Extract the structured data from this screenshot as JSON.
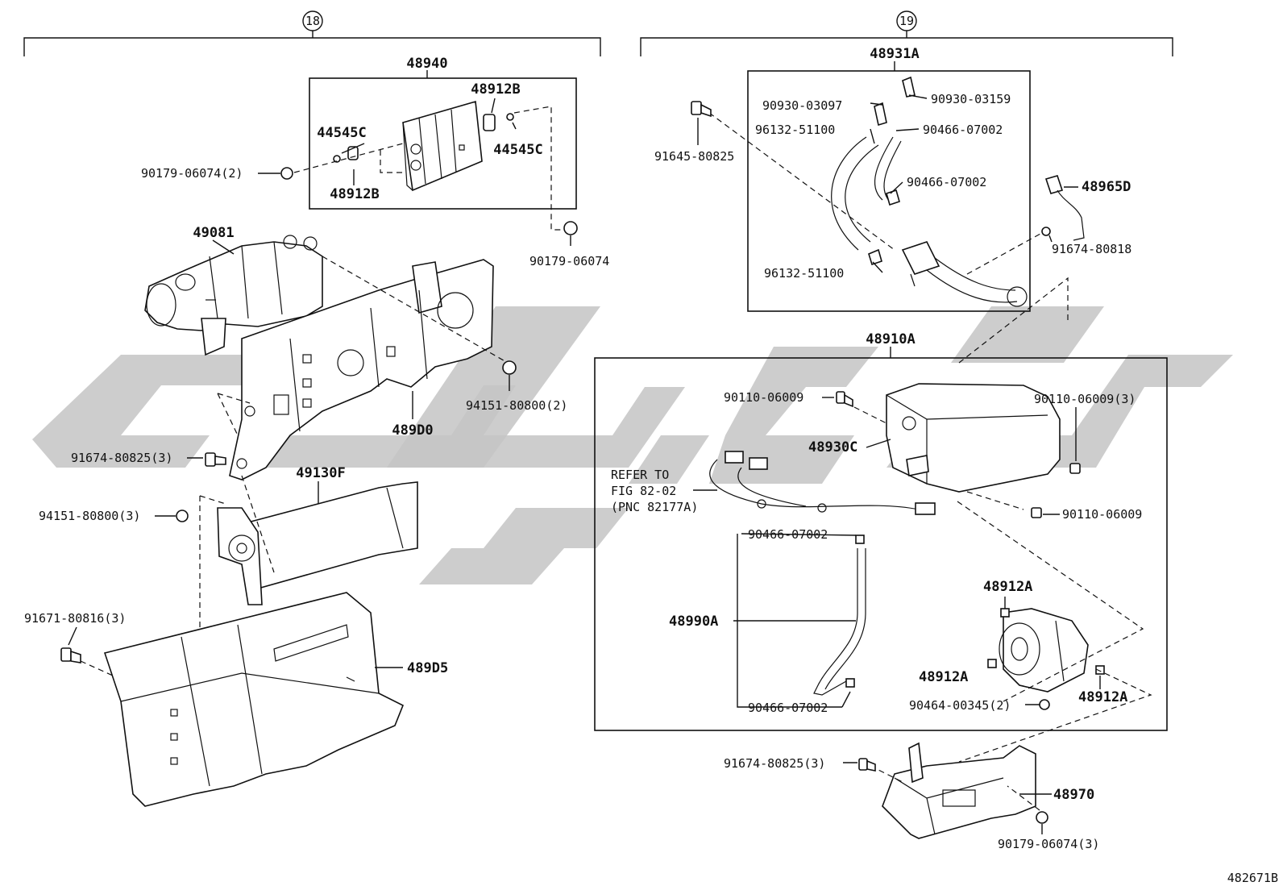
{
  "sections": [
    {
      "id": "18",
      "label": "18"
    },
    {
      "id": "19",
      "label": "19"
    }
  ],
  "diagram_id": "482671B",
  "labels": {
    "p48940": "48940",
    "p48912B_top": "48912B",
    "p48912B_bot": "48912B",
    "p44545C_left": "44545C",
    "p44545C_right": "44545C",
    "p90179_06074_2": "90179-06074(2)",
    "p90179_06074": "90179-06074",
    "p49081": "49081",
    "p94151_80800_2": "94151-80800(2)",
    "p489D0": "489D0",
    "p91674_80825_3_left": "91674-80825(3)",
    "p49130F": "49130F",
    "p94151_80800_3": "94151-80800(3)",
    "p91671_80816_3": "91671-80816(3)",
    "p489D5": "489D5",
    "p48931A": "48931A",
    "p90930_03097": "90930-03097",
    "p90930_03159": "90930-03159",
    "p96132_51100_top": "96132-51100",
    "p90466_07002_a": "90466-07002",
    "p90466_07002_b": "90466-07002",
    "p91645_80825": "91645-80825",
    "p48965D": "48965D",
    "p91674_80818": "91674-80818",
    "p96132_51100_bot": "96132-51100",
    "p48910A": "48910A",
    "p90110_06009_a": "90110-06009",
    "p90110_06009_3": "90110-06009(3)",
    "p48930C": "48930C",
    "refer1": "REFER TO",
    "refer2": "FIG 82-02",
    "refer3": "(PNC 82177A)",
    "p90110_06009_b": "90110-06009",
    "p90466_07002_c": "90466-07002",
    "p48990A": "48990A",
    "p90466_07002_d": "90466-07002",
    "p48912A_top": "48912A",
    "p48912A_mid": "48912A",
    "p48912A_right": "48912A",
    "p90464_00345_2": "90464-00345(2)",
    "p91674_80825_3_right": "91674-80825(3)",
    "p48970": "48970",
    "p90179_06074_3": "90179-06074(3)"
  }
}
